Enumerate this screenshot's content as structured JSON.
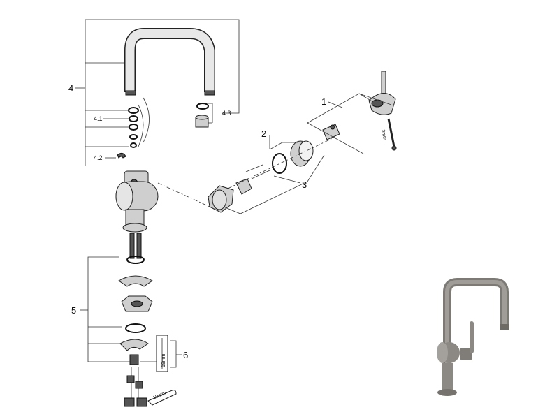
{
  "callouts": {
    "c1": "1",
    "c2": "2",
    "c3": "3",
    "c4": "4",
    "c4_1": "4.1",
    "c4_2": "4.2",
    "c4_3": "4.3",
    "c5": "5",
    "c6": "6"
  },
  "dimensions": {
    "hex_key": "3mm",
    "wrench_small": "19mm",
    "wrench_large": "19mm"
  },
  "colors": {
    "line": "#333333",
    "part_fill": "#cfcfcf",
    "product_metal": "#8c8984"
  }
}
